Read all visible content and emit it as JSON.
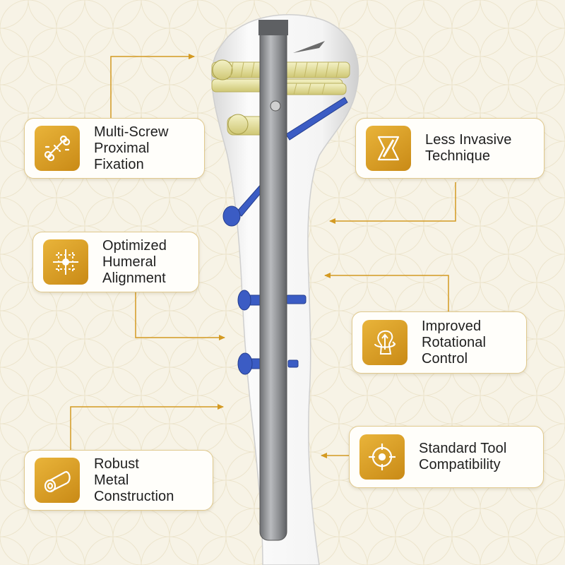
{
  "colors": {
    "accent": "#d49a22",
    "connector": "#d49a22",
    "background": "#f7f3e6",
    "bone": "#f2f2f2",
    "nail": "#8a8c8f",
    "screw_gold": "#e6e29a",
    "screw_blue": "#3b5cc4"
  },
  "callouts": [
    {
      "id": "multi-screw",
      "icon": "bone-icon",
      "label": "Multi-Screw\nProximal\nFixation"
    },
    {
      "id": "less-invasive",
      "icon": "incision-icon",
      "label": "Less Invasive\nTechnique"
    },
    {
      "id": "optimized",
      "icon": "crosshair-grid-icon",
      "label": "Optimized\nHumeral\nAlignment"
    },
    {
      "id": "rotational",
      "icon": "rotation-icon",
      "label": "Improved\nRotational\nControl"
    },
    {
      "id": "robust",
      "icon": "cylinder-icon",
      "label": "Robust\nMetal\nConstruction"
    },
    {
      "id": "standard-tool",
      "icon": "target-icon",
      "label": "Standard Tool\nCompatibility"
    }
  ]
}
